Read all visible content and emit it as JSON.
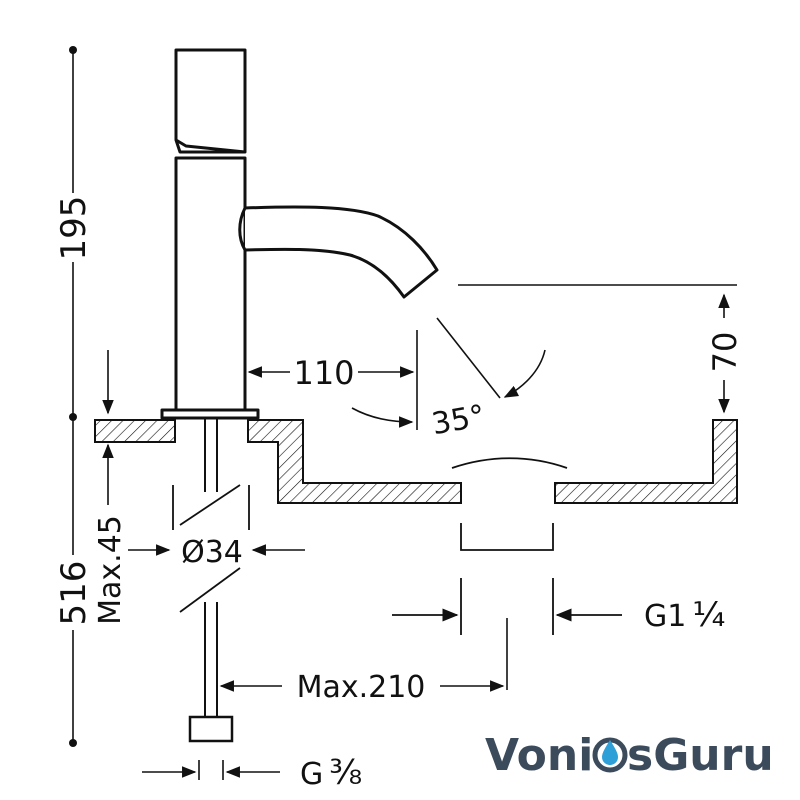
{
  "dimensions": {
    "spout_height": "195",
    "spout_projection": "110",
    "spout_clearance": "70",
    "spout_angle": "35°",
    "deck_thickness": "Max.45",
    "hole_diameter": "Ø34",
    "overall_length": "516",
    "waste_thread": "G1",
    "waste_fraction": "¼",
    "hose_reach": "Max.210",
    "hose_thread_prefix": "G",
    "hose_thread_fraction": "⅜"
  },
  "logo": {
    "text_left": "Voni",
    "text_right": "sGuru",
    "colors": {
      "text": "#3c4b5c",
      "drop": "#2f9fd8",
      "drop_outline": "#3c4b5c"
    }
  },
  "colors": {
    "line": "#111111",
    "background": "#ffffff"
  }
}
